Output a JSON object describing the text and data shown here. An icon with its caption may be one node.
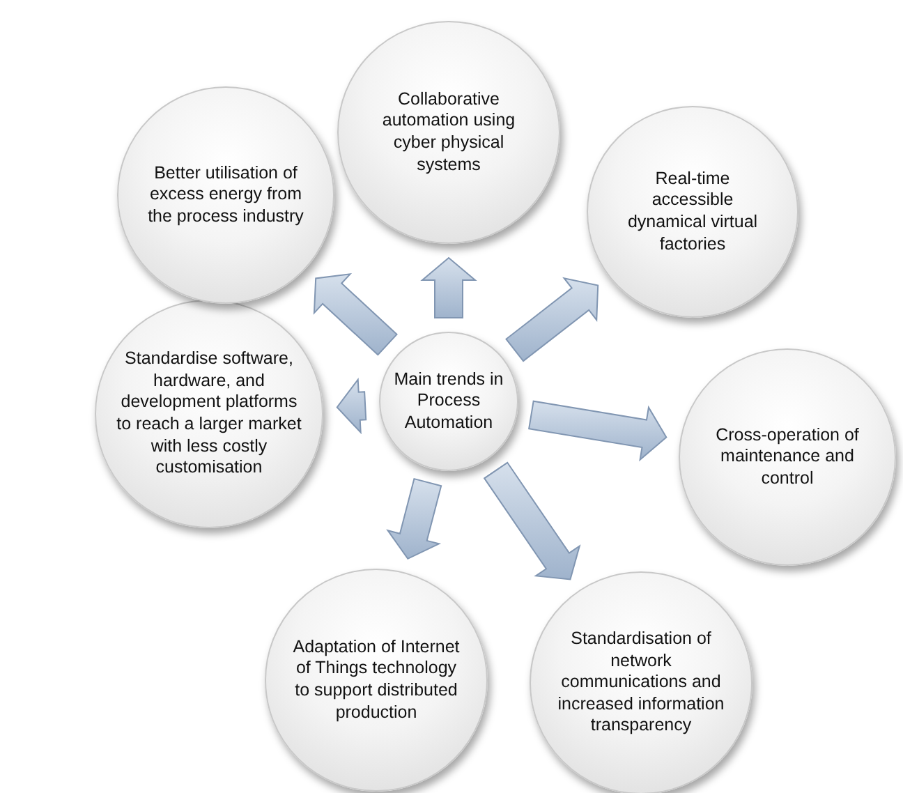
{
  "diagram": {
    "nodes": [
      {
        "text": [
          "Main trends in Process Automation"
        ]
      },
      {
        "text": [
          "Collaborative automation using cyber physical systems"
        ]
      },
      {
        "text": [
          "Real-time accessible dynamical virtual factories"
        ]
      },
      {
        "text": [
          "Cross-operation of maintenance and control"
        ]
      },
      {
        "text": [
          "Standardisation of network communications and increased information transparency"
        ]
      },
      {
        "text": [
          "Adaptation of Internet of Things technology to support distributed production"
        ]
      },
      {
        "text": [
          "Standardise software, hardware, and development platforms to reach a larger market with less costly customisation"
        ]
      },
      {
        "text": [
          "Better utilisation of excess energy from the process industry"
        ]
      }
    ],
    "edges": [
      {
        "from": 0,
        "to": 1,
        "arrow": "to"
      },
      {
        "from": 0,
        "to": 2,
        "arrow": "to"
      },
      {
        "from": 0,
        "to": 3,
        "arrow": "to"
      },
      {
        "from": 0,
        "to": 4,
        "arrow": "to"
      },
      {
        "from": 0,
        "to": 5,
        "arrow": "to"
      },
      {
        "from": 0,
        "to": 6,
        "arrow": "to"
      },
      {
        "from": 0,
        "to": 7,
        "arrow": "to"
      }
    ]
  }
}
